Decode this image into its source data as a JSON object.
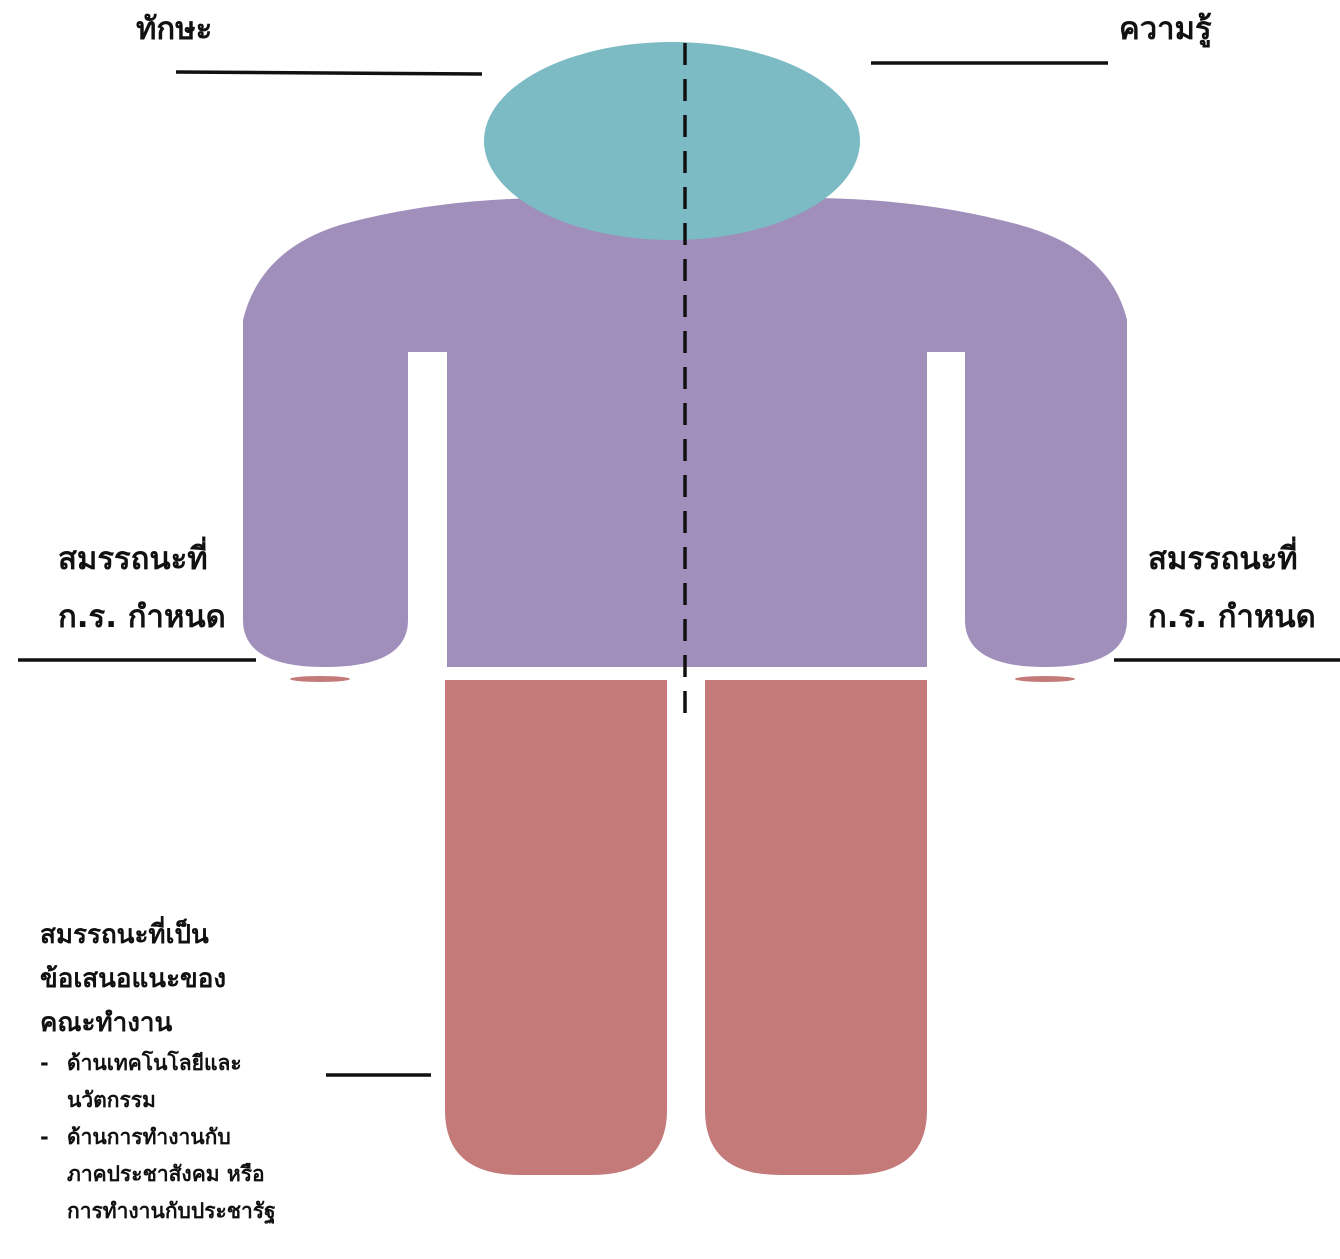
{
  "labels": {
    "skill": "ทักษะ",
    "knowledge": "ความรู้",
    "left_competency": [
      "สมรรถนะที่",
      "ก.ร. กำหนด"
    ],
    "right_competency": [
      "สมรรถนะที่",
      "ก.ร. กำหนด"
    ],
    "leg_block": {
      "title_lines": [
        "สมรรถนะที่เป็น",
        "ข้อเสนอแนะของ",
        "คณะทำงาน"
      ],
      "bullets": [
        {
          "marker": "-",
          "lines": [
            "ด้านเทคโนโลยีและ",
            "นวัตกรรม"
          ]
        },
        {
          "marker": "-",
          "lines": [
            "ด้านการทำงานกับ",
            "ภาคประชาสังคม หรือ",
            "การทำงานกับประชารัฐ"
          ]
        }
      ]
    }
  },
  "colors": {
    "head": "#7cbbc4",
    "body": "#a08ebb",
    "legs": "#c47a79",
    "lines": "#111111"
  }
}
